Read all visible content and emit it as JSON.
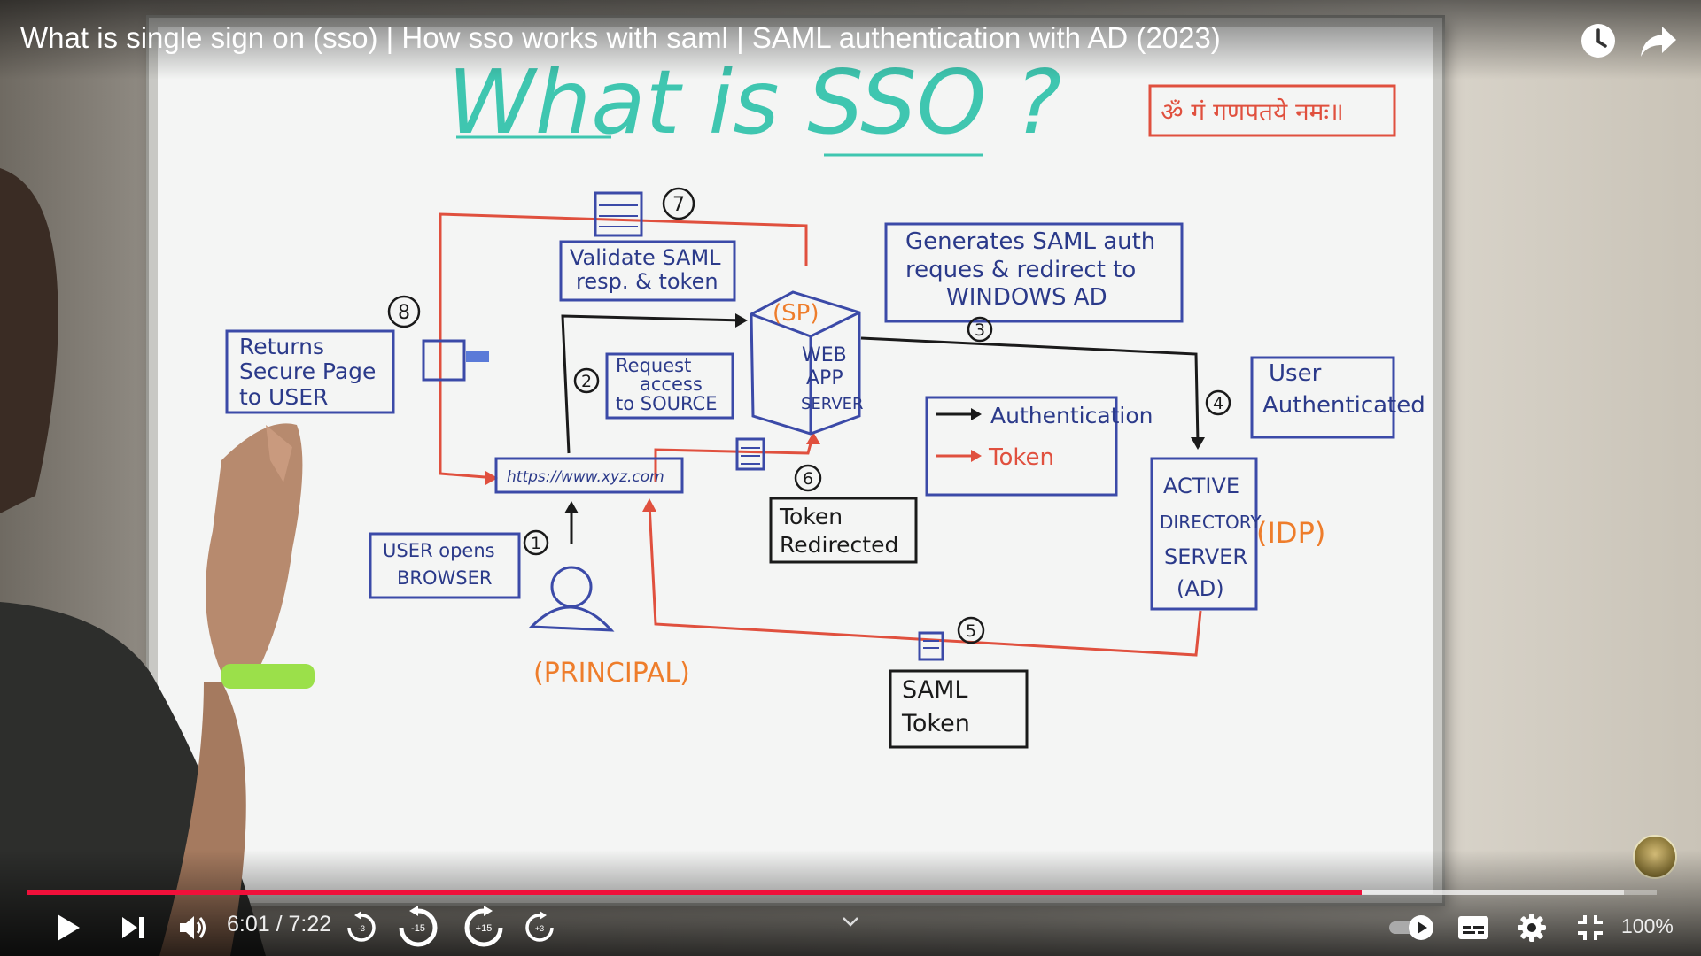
{
  "video": {
    "title": "What is single sign on (sso) | How sso works with saml | SAML authentication with AD (2023)",
    "current_time": "6:01",
    "duration": "7:22",
    "time_display": "6:01 / 7:22",
    "progress_fraction": 0.819,
    "buffered_fraction": 0.98,
    "zoom": "100%"
  },
  "icons": {
    "watch_later": "clock-icon",
    "share": "share-arrow-icon",
    "play": "play-icon",
    "next": "skip-next-icon",
    "volume": "volume-icon",
    "skip_back_3": "-3",
    "skip_back_15": "-15",
    "skip_fwd_15": "+15",
    "skip_fwd_3": "+3",
    "expand": "chevron-down-icon",
    "autoplay": "autoplay-toggle-icon",
    "subtitles": "subtitles-icon",
    "settings": "gear-icon",
    "exit_fullscreen": "exit-fullscreen-icon"
  },
  "colors": {
    "progress_played": "#f0103a",
    "ink_blue": "#3b4aa8",
    "ink_red": "#e0503e",
    "ink_orange": "#ee7d2b",
    "ink_teal": "#3fc6b0",
    "ink_black": "#1a1a1a"
  },
  "whiteboard": {
    "heading": "What is SSO ?",
    "sanskrit": "ॐ गं गणपतये नमः॥",
    "boxes": {
      "validate": [
        "Validate SAML",
        "resp. & token"
      ],
      "generates": [
        "Generates SAML auth",
        "reques & redirect to",
        "WINDOWS AD"
      ],
      "returns": [
        "Returns",
        "Secure Page",
        "to USER"
      ],
      "request": [
        "Request",
        "access",
        "to SOURCE"
      ],
      "web_app": [
        "WEB",
        "APP",
        "SERVER"
      ],
      "user_auth": [
        "User",
        "Authenticated"
      ],
      "legend_auth": "Authentication",
      "legend_token": "Token",
      "active_directory": [
        "ACTIVE",
        "DIRECTORY",
        "SERVER",
        "(AD)"
      ],
      "user_opens": [
        "USER opens",
        "BROWSER"
      ],
      "token_redirected": [
        "Token",
        "Redirected"
      ],
      "saml_token": [
        "SAML",
        "Token"
      ]
    },
    "url": "https://www.xyz.com",
    "sp": "(SP)",
    "idp": "(IDP)",
    "principal": "(PRINCIPAL)",
    "steps": [
      "1",
      "2",
      "3",
      "4",
      "5",
      "6",
      "7",
      "8"
    ]
  }
}
